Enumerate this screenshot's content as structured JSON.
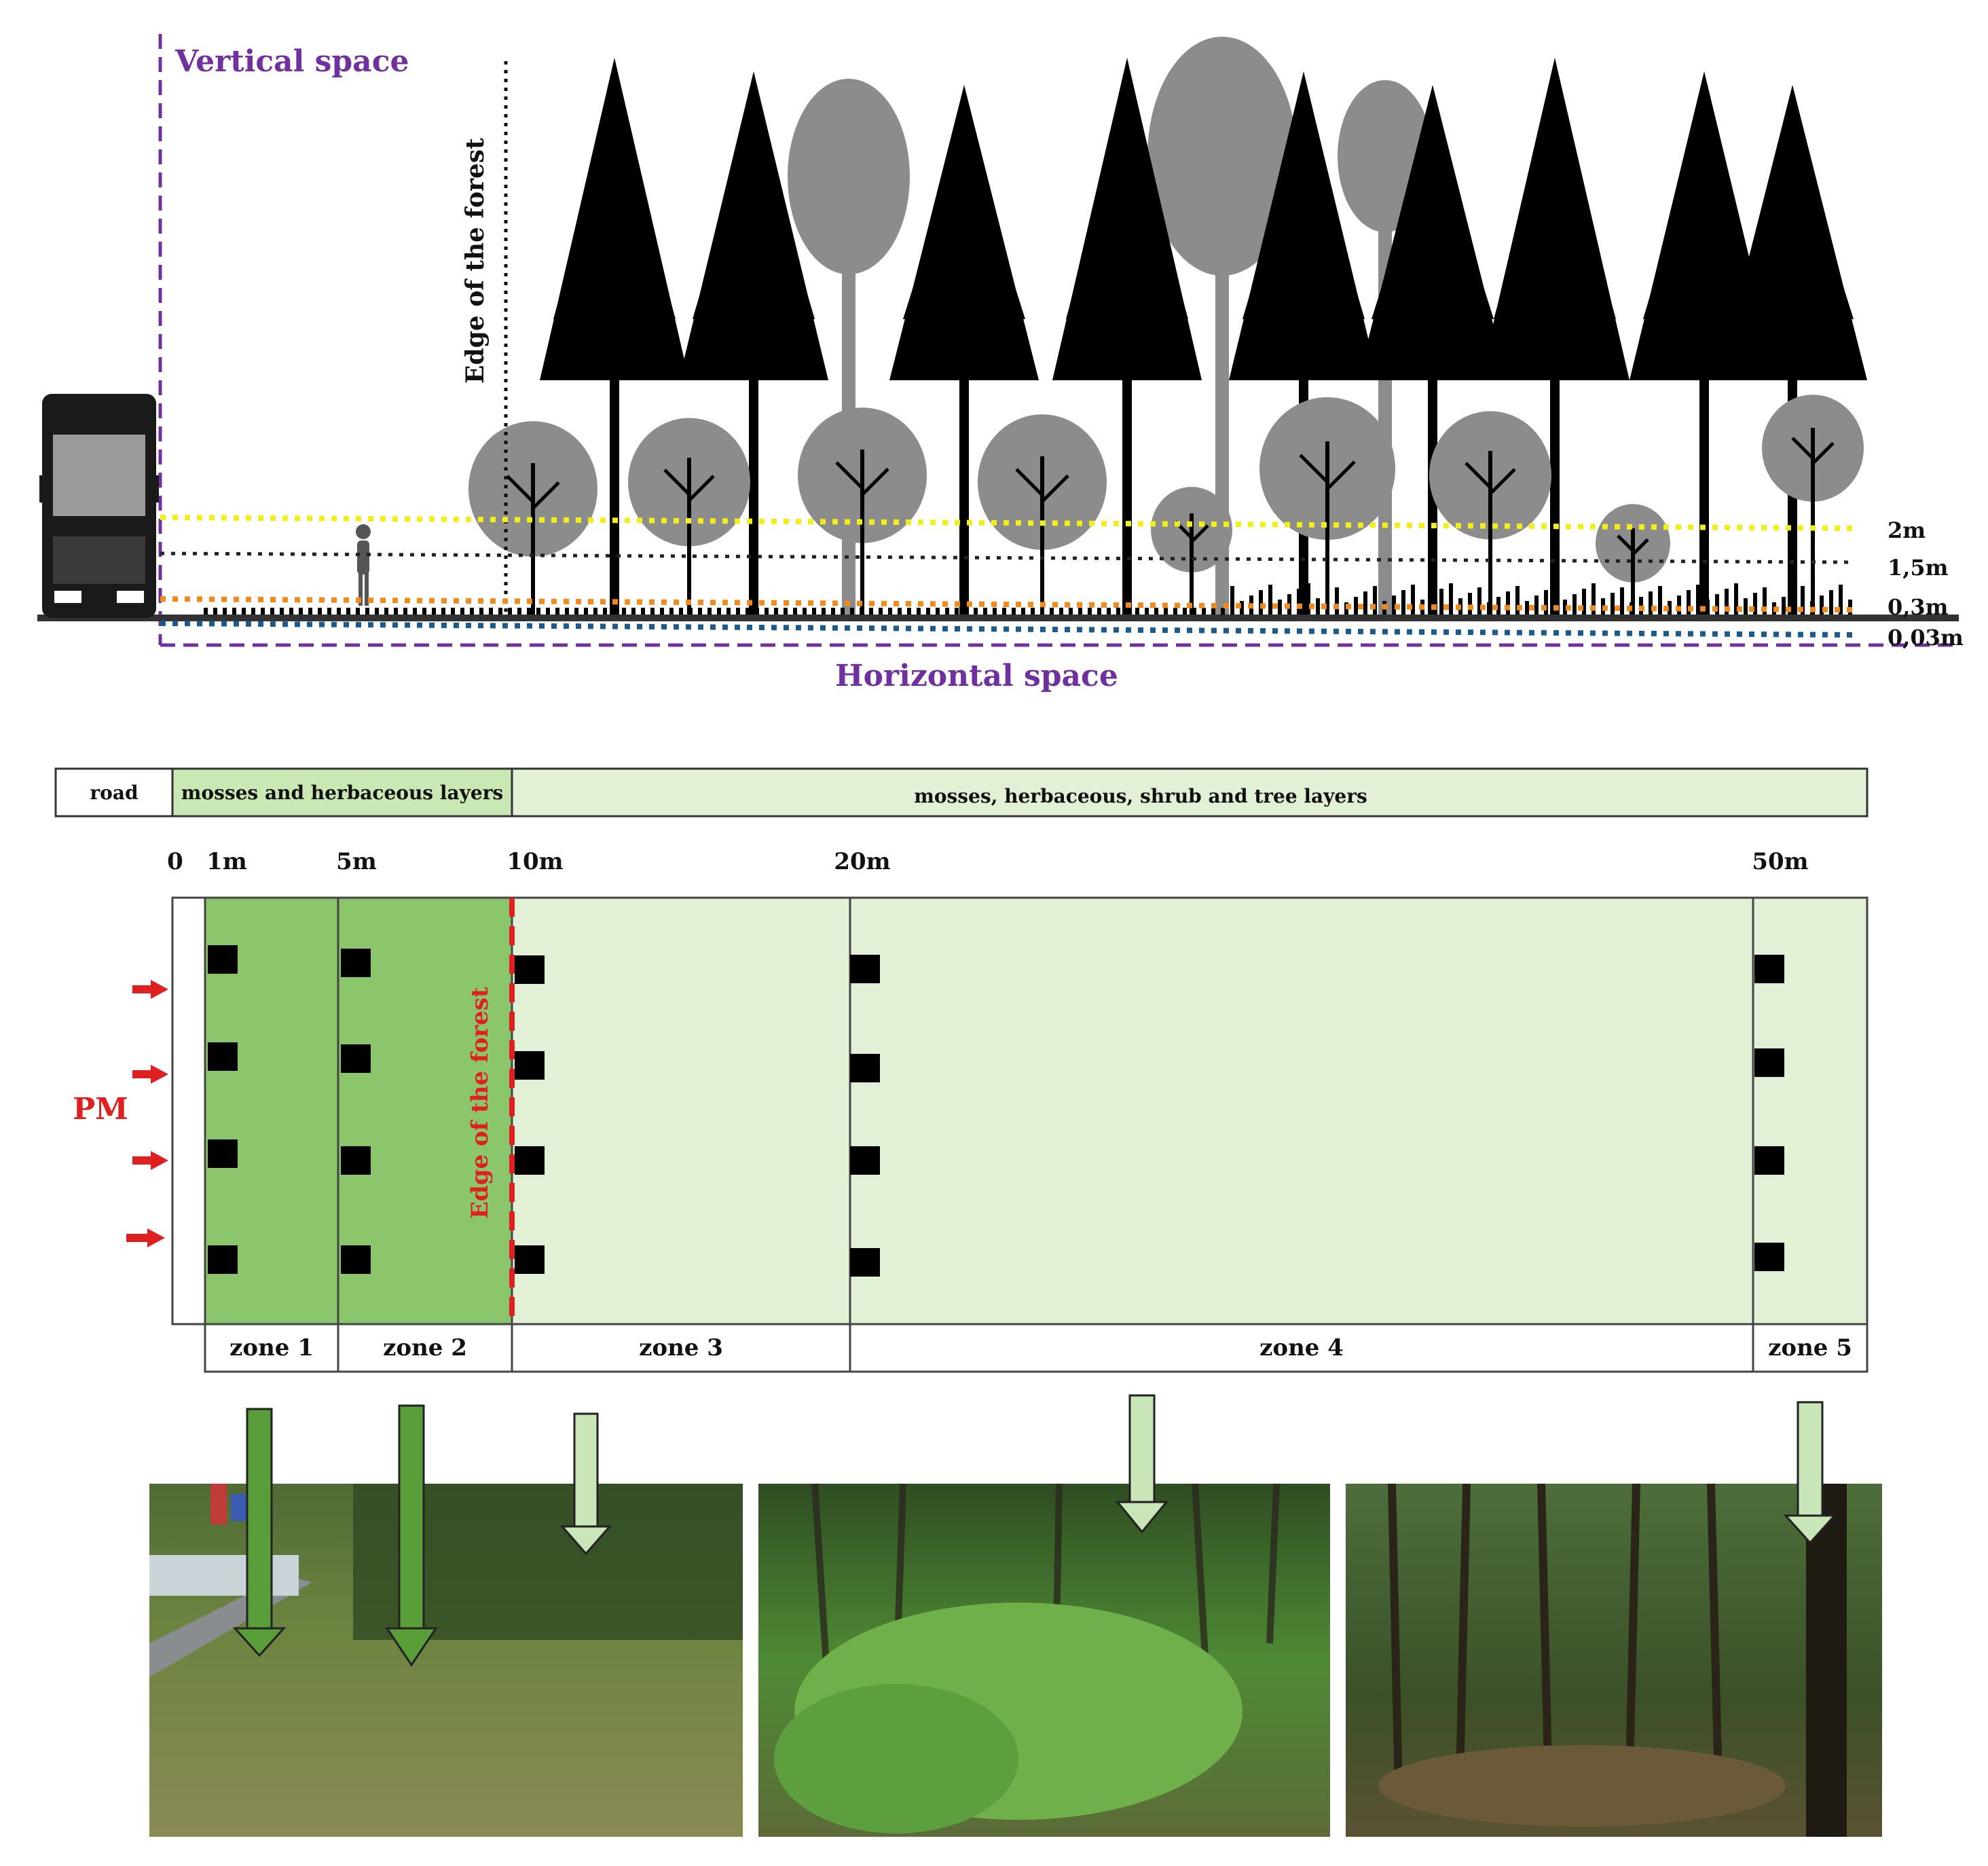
{
  "top": {
    "vertical_space_label": "Vertical space",
    "horizontal_space_label": "Horizontal space",
    "edge_label": "Edge of the forest",
    "heights": [
      {
        "label": "2m",
        "color": "#f2ee1a"
      },
      {
        "label": "1,5m",
        "color": "#222222"
      },
      {
        "label": "0,3m",
        "color": "#f08a1c"
      },
      {
        "label": "0,03m",
        "color": "#1d5a8c"
      }
    ]
  },
  "layers": {
    "road": "road",
    "herbaceous": "mosses and herbaceous layers",
    "all": "mosses, herbaceous, shrub and tree layers"
  },
  "distances": [
    "0",
    "1m",
    "5m",
    "10m",
    "20m",
    "50m"
  ],
  "plan": {
    "pm_label": "PM",
    "edge_label": "Edge of the forest",
    "zones": [
      "zone 1",
      "zone 2",
      "zone 3",
      "zone 4",
      "zone 5"
    ]
  },
  "photos": [
    {
      "subject": "roadside grassland"
    },
    {
      "subject": "forest shrub layer"
    },
    {
      "subject": "forest interior"
    }
  ],
  "colors": {
    "purple": "#7030a0",
    "red": "#e02020",
    "zone_dark": "#8cc66c",
    "zone_light": "#e2f0d6",
    "arrow_dark": "#5a9e3a",
    "arrow_light": "#c9e6b8",
    "tree_black": "#000000",
    "tree_grey": "#8c8c8c"
  }
}
